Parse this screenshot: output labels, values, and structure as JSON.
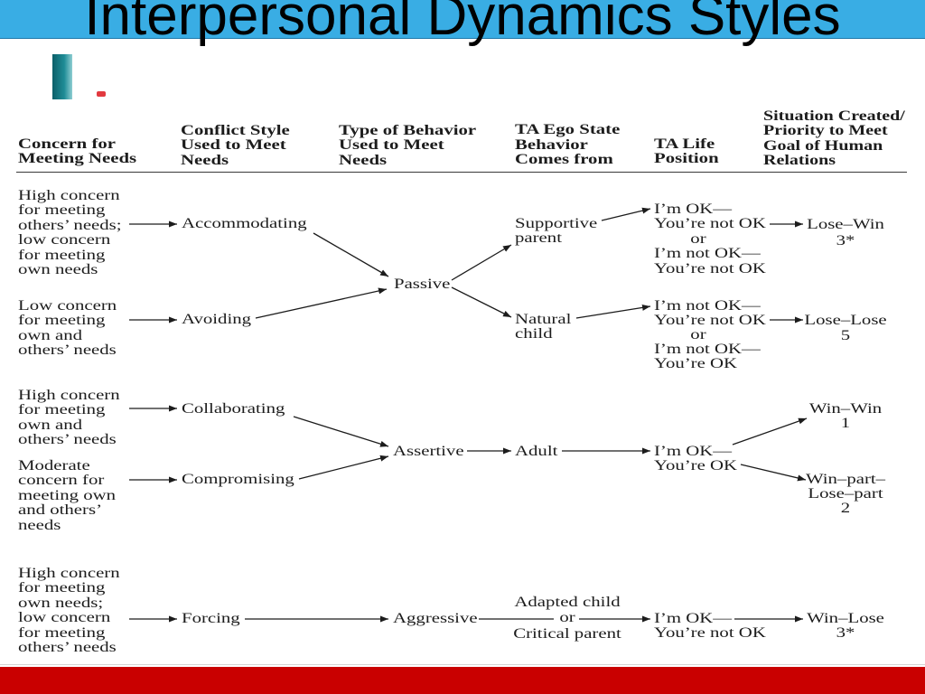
{
  "slide": {
    "title": "Interpersonal Dynamics Styles"
  },
  "theme": {
    "banner_color": "#39ade4",
    "footer_color": "#c90000",
    "text_color": "#1c1c1c"
  },
  "diagram": {
    "headers": {
      "concern": [
        "Concern for",
        "Meeting Needs"
      ],
      "conflict_style": [
        "Conflict Style",
        "Used to Meet",
        "Needs"
      ],
      "behavior": [
        "Type of Behavior",
        "Used to Meet",
        "Needs"
      ],
      "ego_state": [
        "TA Ego State",
        "Behavior",
        "Comes from"
      ],
      "life_position": [
        "TA Life",
        "Position"
      ],
      "situation": [
        "Situation Created/",
        "Priority to Meet",
        "Goal of Human",
        "Relations"
      ]
    },
    "concerns": [
      [
        "High concern",
        "for meeting",
        "others’ needs;",
        "low concern",
        "for meeting",
        "own needs"
      ],
      [
        "Low concern",
        "for meeting",
        "own and",
        "others’ needs"
      ],
      [
        "High concern",
        "for meeting",
        "own and",
        "others’ needs"
      ],
      [
        "Moderate",
        "concern for",
        "meeting own",
        "and others’",
        "needs"
      ],
      [
        "High concern",
        "for meeting",
        "own needs;",
        "low concern",
        "for meeting",
        "others’ needs"
      ]
    ],
    "conflict_styles": [
      "Accommodating",
      "Avoiding",
      "Collaborating",
      "Compromising",
      "Forcing"
    ],
    "behaviors": [
      "Passive",
      "Assertive",
      "Aggressive"
    ],
    "ego_states": [
      [
        "Supportive",
        "parent"
      ],
      [
        "Natural",
        "child"
      ],
      [
        "Adult"
      ],
      [
        "Adapted child",
        "or",
        "Critical parent"
      ]
    ],
    "life_positions": [
      [
        "I’m OK—",
        "You’re not OK",
        "or",
        "I’m not OK—",
        "You’re not OK"
      ],
      [
        "I’m not OK—",
        "You’re not OK",
        "or",
        "I’m not OK—",
        "You’re OK"
      ],
      [
        "I’m OK—",
        "You’re OK"
      ],
      [
        "I’m OK—",
        "You’re not OK"
      ]
    ],
    "situations": [
      [
        "Lose–Win",
        "3*"
      ],
      [
        "Lose–Lose",
        "5"
      ],
      [
        "Win–Win",
        "1"
      ],
      [
        "Win–part–",
        "Lose–part",
        "2"
      ],
      [
        "Win–Lose",
        "3*"
      ]
    ]
  }
}
